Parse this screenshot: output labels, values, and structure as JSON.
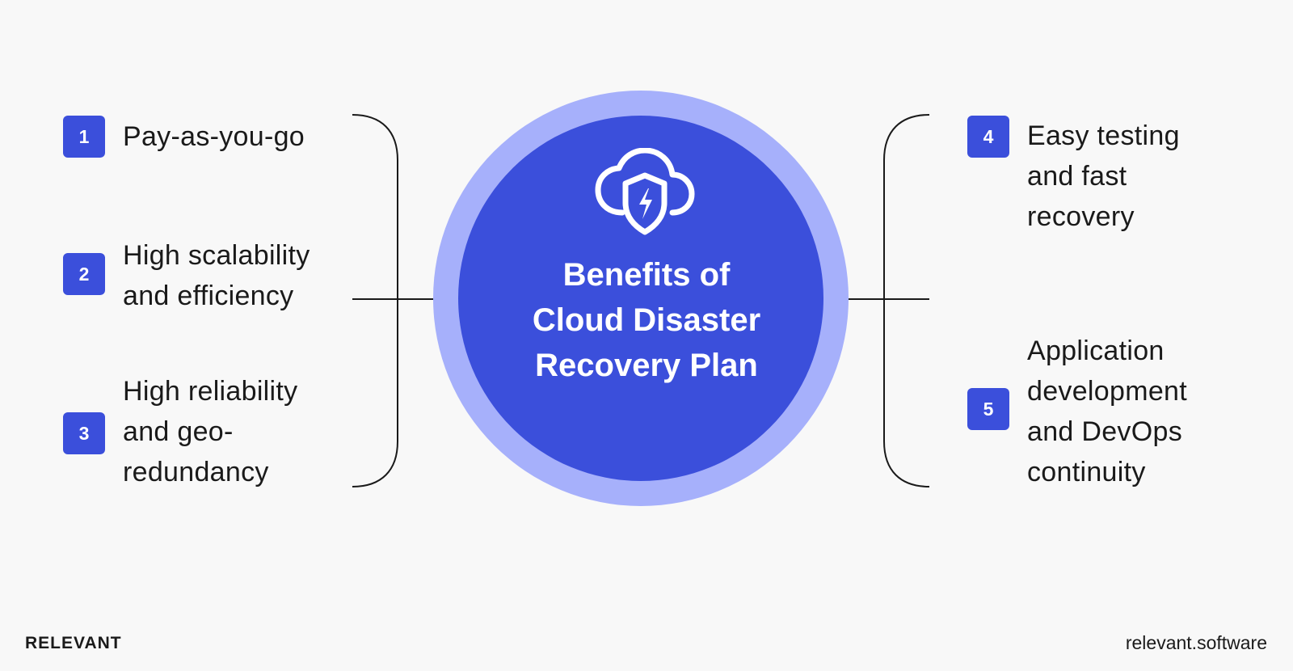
{
  "diagram": {
    "center_title_lines": [
      "Benefits of",
      "Cloud Disaster",
      "Recovery Plan"
    ],
    "center_icon": "cloud-shield-lightning-icon",
    "benefits": [
      {
        "number": "1",
        "lines": [
          "Pay-as-you-go"
        ]
      },
      {
        "number": "2",
        "lines": [
          "High scalability",
          "and efficiency"
        ]
      },
      {
        "number": "3",
        "lines": [
          "High reliability",
          "and geo-",
          "redundancy"
        ]
      },
      {
        "number": "4",
        "lines": [
          "Easy testing",
          "and fast",
          "recovery"
        ]
      },
      {
        "number": "5",
        "lines": [
          "Application",
          "development",
          "and DevOps",
          "continuity"
        ]
      }
    ]
  },
  "footer": {
    "brand": "RELEVANT",
    "site": "relevant.software"
  },
  "colors": {
    "background": "#f8f8f8",
    "accent": "#3b4fdb",
    "accent_light": "#a6b0fb",
    "text": "#1a1a1a"
  }
}
